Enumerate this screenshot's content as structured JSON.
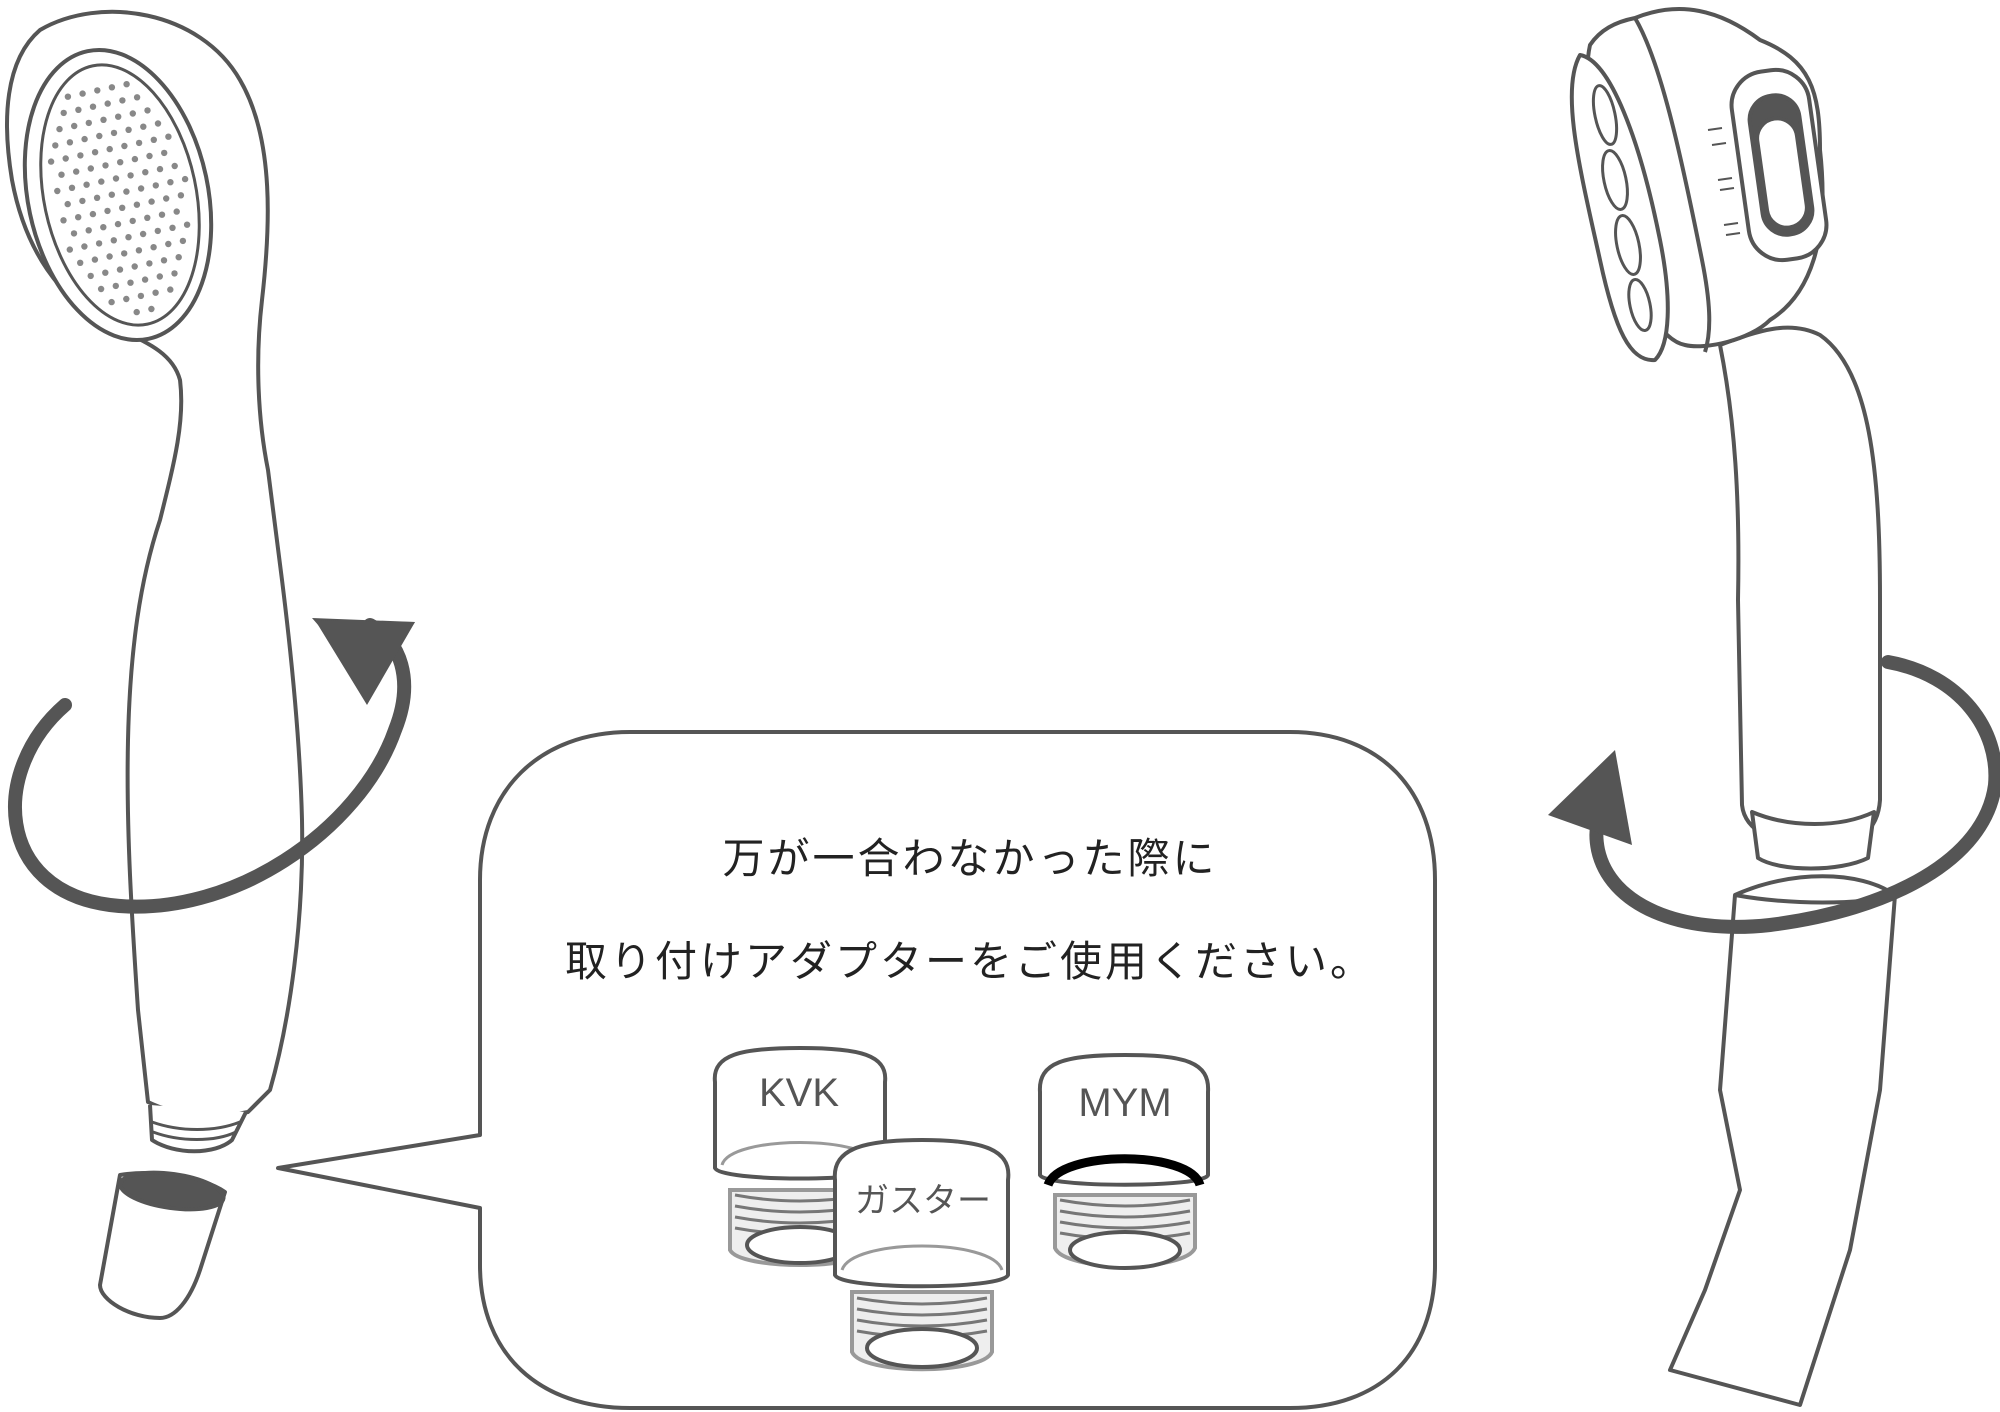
{
  "callout": {
    "line1": "万が一合わなかった際に",
    "line2": "取り付けアダプターをご使用ください。"
  },
  "adapters": [
    {
      "label": "KVK"
    },
    {
      "label": "ガスター"
    },
    {
      "label": "MYM"
    }
  ],
  "colors": {
    "stroke": "#555555",
    "arrow": "#555555",
    "holes": "#888888",
    "text": "#222222",
    "background": "#ffffff"
  },
  "icons": [
    "rotate-arrow-icon",
    "rotate-arrow-icon"
  ]
}
